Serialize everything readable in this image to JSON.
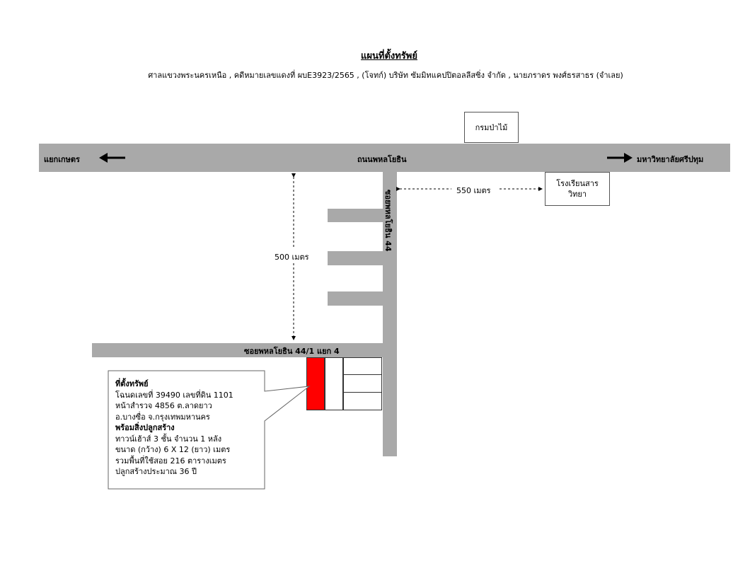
{
  "title": "แผนที่ตั้งทรัพย์",
  "subtitle": "ศาลแขวงพระนครเหนือ , คดีหมายเลขแดงที่ ผบE3923/2565 , (โจทก์)  บริษัท ซัมมิทแคปปิตอลลีสซิ่ง จำกัด , นายภราดร  พงศ์ธรสาธร   (จำเลย)",
  "roads": {
    "main": "ถนนพหลโยธิน",
    "soi_44": "ซอยพหลโยธิน 44",
    "soi_44_1": "ซอยพหลโยธิน 44/1 แยก 4"
  },
  "directions": {
    "left": "แยกเกษตร",
    "right": "มหาวิทยาลัยศรีปทุม"
  },
  "landmarks": {
    "forestry": "กรมป่าไม้",
    "school_line1": "โรงเรียนสาร",
    "school_line2": "วิทยา"
  },
  "distances": {
    "vertical": "500 เมตร",
    "horizontal": "550 เมตร"
  },
  "property": {
    "marker_color": "#ff0000",
    "heading": "ที่ตั้งทรัพย์",
    "lines": [
      "โฉนดเลขที่ 39490 เลขที่ดิน 1101",
      "หน้าสำรวจ 4856 ต.ลาดยาว",
      "อ.บางซื่อ จ.กรุงเทพมหานคร"
    ],
    "building_heading": "พร้อมสิ่งปลูกสร้าง",
    "building_lines": [
      "ทาวน์เฮ้าส์ 3 ชั้น จำนวน 1 หลัง",
      "ขนาด (กว้าง) 6 X 12 (ยาว) เมตร",
      "รวมพื้นที่ใช้สอย 216 ตารางเมตร",
      "ปลูกสร้างประมาณ 36 ปี"
    ]
  }
}
